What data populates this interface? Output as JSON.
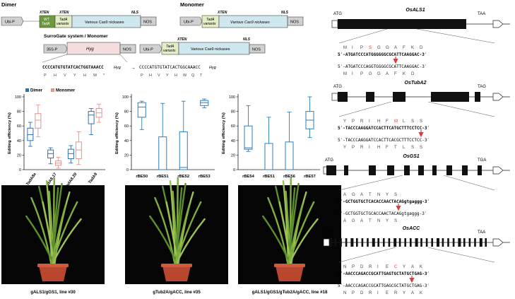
{
  "constructs": {
    "dimer": {
      "title": "Dimer",
      "promoter": "Ubi-P",
      "wt": [
        "WT",
        "TadA"
      ],
      "xten1": "XTEN",
      "xten2": "XTEN",
      "variant": [
        "TadA",
        "variants"
      ],
      "nickase": "Various Cas9 nickases",
      "nls": "NLS",
      "term": "NOS"
    },
    "monomer": {
      "title": "Monomer",
      "promoter": "Ubi-P",
      "xten": "XTEN",
      "variant": [
        "TadA",
        "variants"
      ],
      "nickase": "Various Cas9 nickases",
      "nls": "NLS",
      "term": "NOS"
    },
    "surrogate": {
      "title": "SurroGate system / Monomer",
      "promoter": "35S-P",
      "hyg": "Hyg",
      "term": "NOS",
      "promoter2": "Ubi-P",
      "xten": "XTEN",
      "variant": [
        "TadA",
        "variants"
      ],
      "nickase": "Various Cas9 nickases",
      "nls": "NLS",
      "term2": "NOS",
      "seq_before": "CCCCATGTGTATCACTGGTAAACC",
      "seq_before_gene": "Hyg",
      "aa_before": [
        "P",
        "H",
        "V",
        "Y",
        "H",
        "W",
        "*"
      ],
      "seq_after": "CCCCATGTGTATCACTGGCAAACC",
      "seq_after_gene": "Hyg",
      "aa_after": [
        "P",
        "H",
        "V",
        "Y",
        "H",
        "W",
        "Q",
        "T"
      ]
    }
  },
  "colors": {
    "promoter_fill": "#cfd0cf",
    "wt_fill": "#6c9a3d",
    "variant_fill": "#e3edc6",
    "cas9_fill": "#cfe7ef",
    "hyg_fill": "#f4dede",
    "dimer": "#2f6fb3",
    "monomer": "#e8928a",
    "box": "#2d7dbf",
    "arrow": "#e23a3a",
    "green": "#4aa58a"
  },
  "chart_data": [
    {
      "type": "box",
      "ylabel": "Editing efficiency (%)",
      "ylim": [
        0,
        100
      ],
      "yticks": [
        0,
        20,
        40,
        60,
        80,
        100
      ],
      "legend": [
        "Dimer",
        "Monomer"
      ],
      "categories": [
        "TadA8e",
        "TadA8.17",
        "TadA8.20",
        "TadA9"
      ],
      "series": [
        {
          "name": "Dimer",
          "boxes": [
            {
              "min": 32,
              "q1": 40,
              "median": 48,
              "q3": 57,
              "max": 65
            },
            {
              "min": 8,
              "q1": 16,
              "median": 22,
              "q3": 27,
              "max": 30
            },
            {
              "min": 9,
              "q1": 15,
              "median": 22,
              "q3": 28,
              "max": 33
            },
            {
              "min": 48,
              "q1": 63,
              "median": 75,
              "q3": 80,
              "max": 84
            }
          ]
        },
        {
          "name": "Monomer",
          "boxes": [
            {
              "min": 45,
              "q1": 57,
              "median": 68,
              "q3": 77,
              "max": 89
            },
            {
              "min": 2,
              "q1": 6,
              "median": 9,
              "q3": 12,
              "max": 17
            },
            {
              "min": 7,
              "q1": 15,
              "median": 27,
              "q3": 38,
              "max": 52
            },
            {
              "min": 65,
              "q1": 72,
              "median": 78,
              "q3": 84,
              "max": 90
            }
          ]
        }
      ]
    },
    {
      "type": "box",
      "ylabel": "Editing efficiency (%)",
      "ylim": [
        0,
        100
      ],
      "yticks": [
        0,
        20,
        40,
        60,
        80,
        100
      ],
      "categories": [
        "rBE50",
        "rBE51",
        "rBE52",
        "rBE53"
      ],
      "series": [
        {
          "boxes": [
            {
              "min": 55,
              "q1": 72,
              "median": 86,
              "q3": 92,
              "max": 94
            },
            {
              "min": 0,
              "q1": 0,
              "median": 0,
              "q3": 45,
              "max": 91
            },
            {
              "min": 0,
              "q1": 0,
              "median": 3,
              "q3": 52,
              "max": 94
            },
            {
              "min": 85,
              "q1": 88,
              "median": 92,
              "q3": 95,
              "max": 97
            }
          ]
        }
      ]
    },
    {
      "type": "box",
      "ylabel": "Editing efficiency (%)",
      "ylim": [
        0,
        100
      ],
      "yticks": [
        0,
        20,
        40,
        60,
        80,
        100
      ],
      "categories": [
        "rBE54",
        "rBE51",
        "rBE56",
        "rBE57"
      ],
      "series": [
        {
          "boxes": [
            {
              "min": 25,
              "q1": 28,
              "median": 30,
              "q3": 60,
              "max": 88
            },
            {
              "min": 0,
              "q1": 0,
              "median": 0,
              "q3": 36,
              "max": 72
            },
            {
              "min": 0,
              "q1": 0,
              "median": 0,
              "q3": 38,
              "max": 79
            },
            {
              "min": 44,
              "q1": 56,
              "median": 68,
              "q3": 80,
              "max": 100
            }
          ]
        }
      ]
    }
  ],
  "photos": [
    {
      "caption": "gALS1/gGS1, line #30"
    },
    {
      "caption": "gTub2A/gACC, line #35"
    },
    {
      "caption": "gALS1/gGS1/gTub2A/gACC, line #18"
    }
  ],
  "genes": [
    {
      "name": "OsALS1",
      "start": "ATG",
      "stop": "TAA",
      "aa_top": [
        "M",
        "I",
        "P",
        "S",
        "G",
        "G",
        "A",
        "F",
        "K",
        "D"
      ],
      "seq_top": "5′-ATGATCCCATGGGGGGCGCATTCAAGGAC-3′",
      "seq_bottom": "5′-ATGATCCCAGGTGGGGCGCATTCAAGGAC-3′",
      "aa_bottom": [
        "M",
        "I",
        "P",
        "G",
        "G",
        "A",
        "F",
        "K",
        "D"
      ]
    },
    {
      "name": "OsTubA2",
      "start": "ATG",
      "stop": "TAG",
      "aa_top": [
        "Y",
        "P",
        "R",
        "I",
        "H",
        "F",
        "M",
        "L",
        "S",
        "S"
      ],
      "seq_top": "5′-TACCCAAGGATCCACTTCATGCTTTCCTCC-3′",
      "seq_bottom": "5′-TACCCAAGGATCCACTTCACGCTTTCCTCC-3′",
      "aa_bottom": [
        "Y",
        "P",
        "R",
        "I",
        "H",
        "F",
        "T",
        "L",
        "S",
        "S"
      ]
    },
    {
      "name": "OsGS1",
      "start": "ATG",
      "stop": "TGA",
      "aa_top": [
        "A",
        "G",
        "A",
        "T",
        "N",
        "Y",
        "S"
      ],
      "seq_top": "5′-GCTGGTGCTCACACCAACTACAGgtgaggg-3′",
      "seq_bottom": "5′-GCTGGTGCTGCACCAACTACAGgtgaggg-3′",
      "aa_bottom": [
        "A",
        "G",
        "A",
        "T",
        "N",
        "Y",
        "S"
      ]
    },
    {
      "name": "OsACC",
      "start": "ATG",
      "stop": "TAA",
      "aa_top": [
        "N",
        "P",
        "D",
        "R",
        "I",
        "E",
        "C",
        "Y",
        "A",
        "K"
      ],
      "seq_top": "5′-AACCCAGACCGCATTGAGTGCTATGCTGAG-3′",
      "seq_bottom": "5′-AACCCAGACCGCATTGAGCGCTATGCTGAG-3′",
      "aa_bottom": [
        "N",
        "P",
        "D",
        "R",
        "I",
        "E",
        "R",
        "Y",
        "A",
        "K"
      ]
    }
  ]
}
